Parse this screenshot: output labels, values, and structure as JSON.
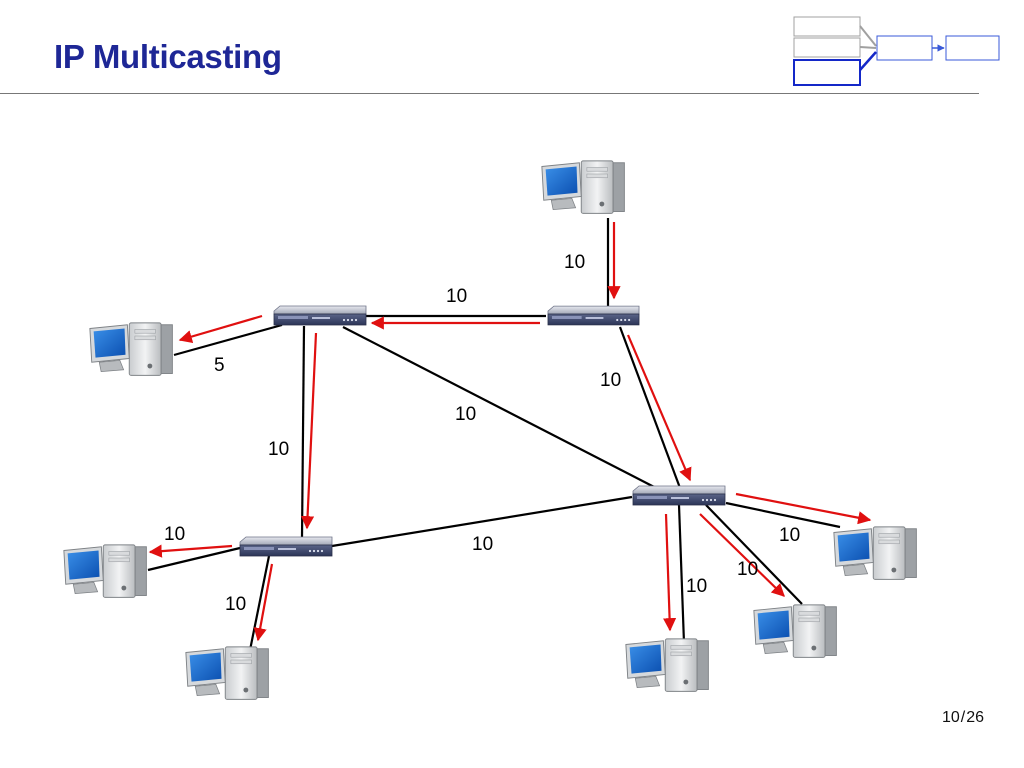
{
  "slide": {
    "title": "IP Multicasting",
    "page_current": "10",
    "page_total": "26"
  },
  "colors": {
    "title": "#1e2796",
    "link": "#000000",
    "multicast_arrow": "#e01010",
    "nav_active": "#1428c8",
    "nav_inactive": "#a0a0a0"
  },
  "network": {
    "link_costs": {
      "source_to_router_a": "10",
      "router_a_to_router_b": "10",
      "router_b_to_host_left": "5",
      "router_a_to_router_d": "10",
      "router_b_to_router_d": "10",
      "router_b_to_router_c": "10",
      "router_c_to_router_d": "10",
      "router_c_to_host_left": "10",
      "router_c_to_host_bottom": "10",
      "router_d_to_host_bottom": "10",
      "router_d_to_host_mid": "10",
      "router_d_to_host_right": "10"
    }
  }
}
